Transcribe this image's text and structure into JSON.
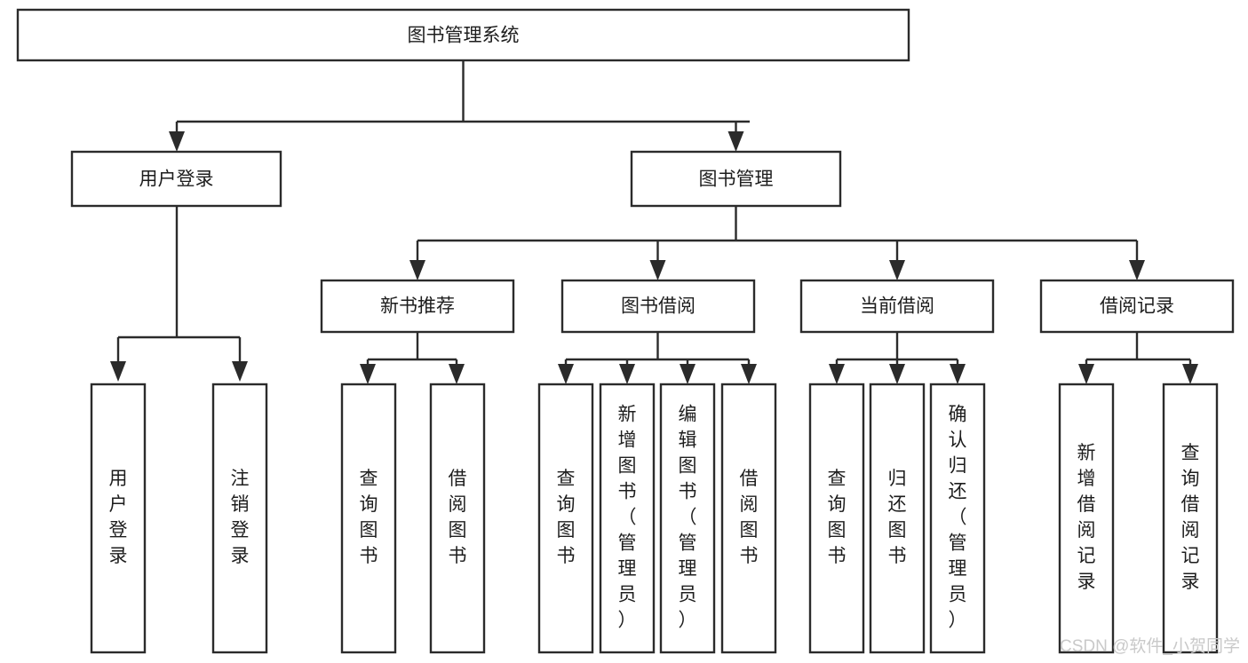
{
  "diagram": {
    "type": "tree-hierarchy",
    "orientation": "top-down",
    "title_text": "图书管理系统",
    "root": {
      "id": "root",
      "label": "图书管理系统"
    },
    "level2": [
      {
        "id": "user-login",
        "label": "用户登录"
      },
      {
        "id": "book-management",
        "label": "图书管理"
      }
    ],
    "level3": [
      {
        "id": "new-book-recommend",
        "label": "新书推荐",
        "parent": "book-management"
      },
      {
        "id": "book-borrow",
        "label": "图书借阅",
        "parent": "book-management"
      },
      {
        "id": "current-borrow",
        "label": "当前借阅",
        "parent": "book-management"
      },
      {
        "id": "borrow-record",
        "label": "借阅记录",
        "parent": "book-management"
      }
    ],
    "leaves": {
      "user-login": [
        {
          "id": "leaf-user-login",
          "label": "用户登录"
        },
        {
          "id": "leaf-user-logout",
          "label": "注销登录"
        }
      ],
      "new-book-recommend": [
        {
          "id": "leaf-query-book-1",
          "label": "查询图书"
        },
        {
          "id": "leaf-borrow-book-1",
          "label": "借阅图书"
        }
      ],
      "book-borrow": [
        {
          "id": "leaf-query-book-2",
          "label": "查询图书"
        },
        {
          "id": "leaf-add-book",
          "label": "新增图书（管理员）"
        },
        {
          "id": "leaf-edit-book",
          "label": "编辑图书（管理员）"
        },
        {
          "id": "leaf-borrow-book-2",
          "label": "借阅图书"
        }
      ],
      "current-borrow": [
        {
          "id": "leaf-query-book-3",
          "label": "查询图书"
        },
        {
          "id": "leaf-return-book",
          "label": "归还图书"
        },
        {
          "id": "leaf-confirm-return",
          "label": "确认归还（管理员）"
        }
      ],
      "borrow-record": [
        {
          "id": "leaf-add-record",
          "label": "新增借阅记录"
        },
        {
          "id": "leaf-query-record",
          "label": "查询借阅记录"
        }
      ]
    }
  },
  "watermark": {
    "text": "CSDN @软件_小贺同学"
  },
  "colors": {
    "background": "#ffffff",
    "box_fill": "#ffffff",
    "box_stroke": "#2b2b2b",
    "text": "#1d1d1d",
    "watermark": "#c9c9c9"
  }
}
